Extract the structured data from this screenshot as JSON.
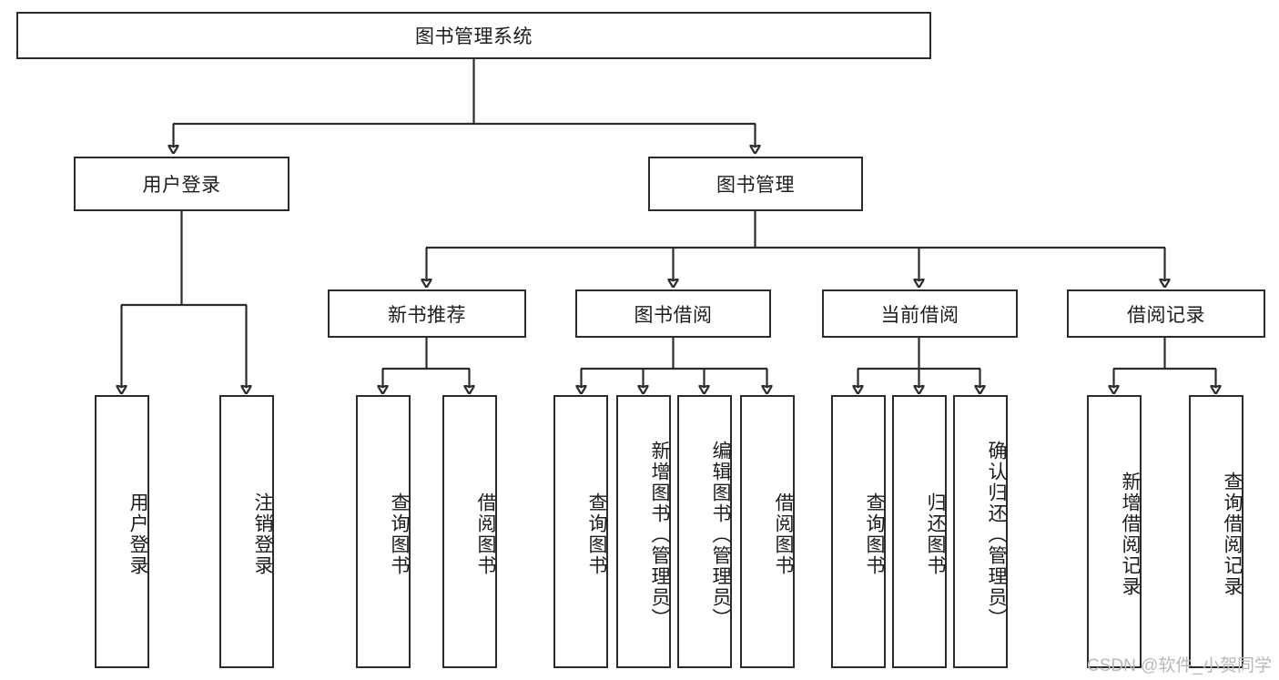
{
  "diagram": {
    "type": "tree",
    "title": "图书管理系统",
    "watermark": "CSDN @软件_小贺同学",
    "colors": {
      "box_border": "#2b2b2b",
      "box_fill": "#ffffff",
      "connector": "#2b2b2b",
      "text": "#1c1c1c",
      "watermark": "#b9b9b9",
      "background": "#ffffff"
    },
    "levels": {
      "root": {
        "label": "图书管理系统"
      },
      "level2": [
        {
          "label": "用户登录"
        },
        {
          "label": "图书管理"
        }
      ],
      "level3": [
        {
          "label": "新书推荐"
        },
        {
          "label": "图书借阅"
        },
        {
          "label": "当前借阅"
        },
        {
          "label": "借阅记录"
        }
      ],
      "leaves": {
        "user_login": [
          {
            "label": "用户登录"
          },
          {
            "label": "注销登录"
          }
        ],
        "new_book_recommend": [
          {
            "label": "查询图书"
          },
          {
            "label": "借阅图书"
          }
        ],
        "book_borrow": [
          {
            "label": "查询图书"
          },
          {
            "label": "新增图书（管理员）"
          },
          {
            "label": "编辑图书（管理员）"
          },
          {
            "label": "借阅图书"
          }
        ],
        "current_borrow": [
          {
            "label": "查询图书"
          },
          {
            "label": "归还图书"
          },
          {
            "label": "确认归还（管理员）"
          }
        ],
        "borrow_record": [
          {
            "label": "新增借阅记录"
          },
          {
            "label": "查询借阅记录"
          }
        ]
      }
    }
  }
}
